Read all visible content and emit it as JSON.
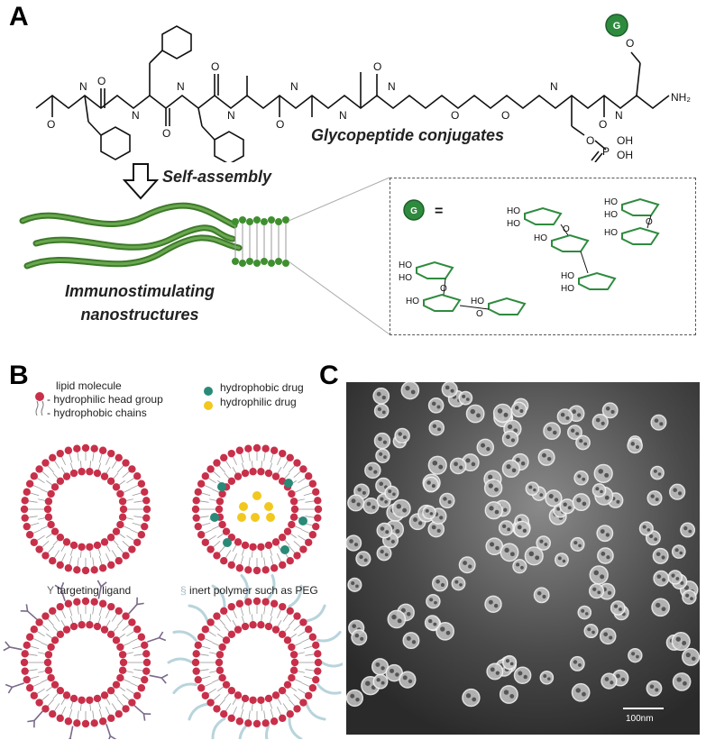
{
  "panels": {
    "a": {
      "letter": "A",
      "chain_label": "Glycopeptide conjugates",
      "arrow_label": "Self-assembly",
      "nanostructure_label_line1": "Immunostimulating",
      "nanostructure_label_line2": "nanostructures",
      "g_symbol": "G",
      "equals": "=",
      "atoms": {
        "O": "O",
        "N": "N",
        "H": "H",
        "NH2": "NH₂",
        "P": "P",
        "OH": "OH",
        "HO": "HO"
      }
    },
    "b": {
      "letter": "B",
      "legend": {
        "lipid_title": "lipid molecule",
        "head": "- hydrophilic head group",
        "chains": "- hydrophobic chains",
        "hydrophobic_drug": "hydrophobic drug",
        "hydrophilic_drug": "hydrophilic drug",
        "targeting_ligand": "targeting ligand",
        "inert_polymer": "inert polymer such as PEG"
      }
    },
    "c": {
      "letter": "C",
      "scale_bar": "100nm"
    }
  },
  "colors": {
    "green": "#2e8b3e",
    "lipid_head": "#c8304a",
    "drug_teal": "#2a8a78",
    "drug_yellow": "#f2c81e",
    "peg": "#b8d4dc"
  }
}
